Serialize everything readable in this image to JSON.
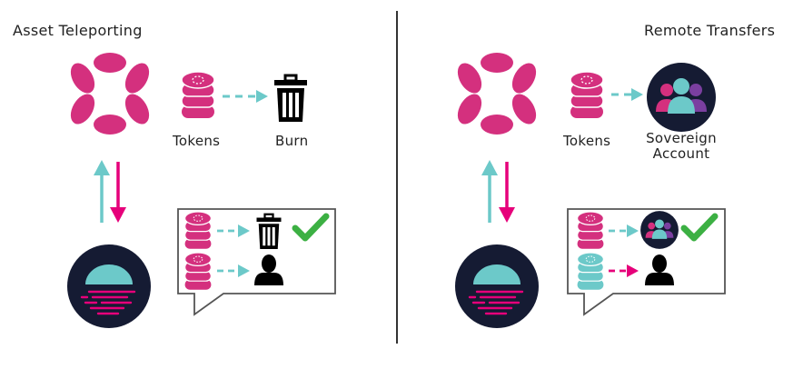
{
  "left_panel": {
    "title": "Asset Teleporting",
    "tokens_label": "Tokens",
    "burn_label": "Burn"
  },
  "right_panel": {
    "title": "Remote Transfers",
    "tokens_label": "Tokens",
    "sovereign_label_line1": "Sovereign",
    "sovereign_label_line2": "Account"
  },
  "icons": {
    "relay_chain": "polkadot-logo-icon",
    "parachain": "parachain-logo-icon",
    "tokens": "token-stack-icon",
    "burn": "trash-can-icon",
    "sovereign_account": "group-avatar-icon",
    "user": "user-icon",
    "success": "check-mark-icon"
  },
  "colors": {
    "pink": "#e6007a",
    "teal": "#6cc9c9",
    "navy": "#151b33",
    "green": "#3cb043",
    "black": "#000000",
    "divider": "#333333"
  }
}
